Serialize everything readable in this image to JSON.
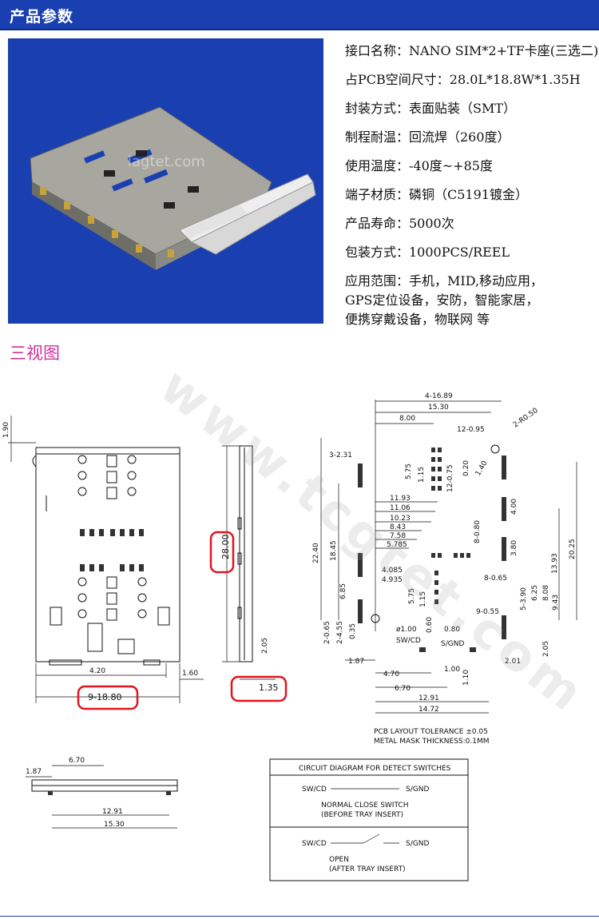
{
  "header": {
    "title": "产品参数"
  },
  "photo": {
    "watermark": "iagtet.com"
  },
  "params": [
    "接口名称：NANO SIM*2+TF卡座(三选二)",
    "占PCB空间尺寸：28.0L*18.8W*1.35H",
    "封装方式：表面贴装（SMT）",
    "制程耐温：回流焊（260度）",
    "使用温度：-40度~+85度",
    "端子材质：磷铜（C5191镀金）",
    "产品寿命：5000次",
    "包装方式：1000PCS/REEL"
  ],
  "application": {
    "lines": [
      "应用范围：手机，MID,移动应用，",
      "GPS定位设备，安防，智能家居，",
      "便携穿戴设备，物联网 等"
    ]
  },
  "section": {
    "title": "三视图"
  },
  "drawing": {
    "front": {
      "top": "1.90",
      "width_inner": "4.20",
      "side": "1.60",
      "width": "9-18.80"
    },
    "side": {
      "height": "28.00",
      "thickness": "1.35",
      "bottom": "2.05"
    },
    "layout": {
      "d1": "4-16.89",
      "d2": "15.30",
      "d3": "8.00",
      "d4": "12-0.95",
      "d5": "2-R0.50",
      "d6": "3-2.31",
      "d7": "5.75",
      "d8": "1.15",
      "d9": "12-0.75",
      "d10": "0.20",
      "d11": "1.40",
      "d12": "11.93",
      "d13": "11.06",
      "d14": "10.23",
      "d15": "8.43",
      "d16": "7.58",
      "d17": "5.785",
      "d18": "8-0.80",
      "d19": "4.00",
      "d20": "3.80",
      "d21": "22.40",
      "d22": "18.45",
      "d23": "13.93",
      "d24": "20.25",
      "d25": "4.085",
      "d26": "4.935",
      "d27": "8-0.65",
      "d28": "5-3.90",
      "d29": "6.25",
      "d30": "8.08",
      "d31": "9.43",
      "d32": "6.85",
      "d33": "5.75",
      "d34": "1.15",
      "d35": "9-0.55",
      "d36": "2-0.65",
      "d37": "2-4.55",
      "d38": "0.35",
      "d39": "ø1.00",
      "d40": "0.60",
      "d41": "0.80",
      "d42": "SW/CD",
      "d43": "S/GND",
      "d44": "1.87",
      "d45": "4.70",
      "d46": "1.00",
      "d47": "1.10",
      "d48": "2.01",
      "d49": "2.05",
      "d50": "6.70",
      "d51": "12.91",
      "d52": "14.72",
      "tol1": "PCB LAYOUT TOLERANCE  ±0.05",
      "tol2": "METAL MASK THICKNESS:0.1MM"
    },
    "bottom": {
      "a": "6.70",
      "b": "1.87",
      "c": "12.91",
      "d": "15.30"
    },
    "circuit": {
      "title": "CIRCUIT DIAGRAM FOR DETECT SWITCHES",
      "sw": "SW/CD",
      "gnd": "S/GND",
      "closed1": "NORMAL CLOSE SWITCH",
      "closed2": "(BEFORE TRAY INSERT)",
      "open1": "OPEN",
      "open2": "(AFTER TRAY INSERT)"
    },
    "watermark": "www.tcgtet.com"
  }
}
